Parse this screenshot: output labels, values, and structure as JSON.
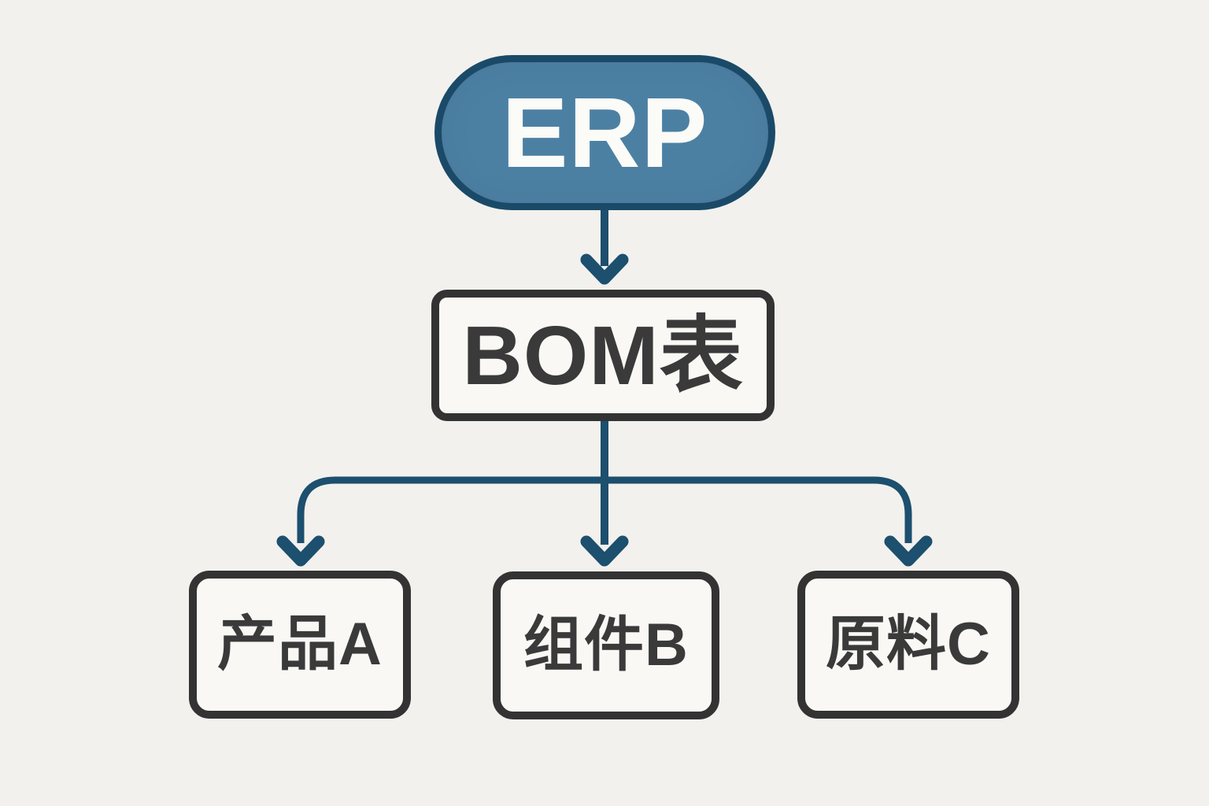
{
  "diagram": {
    "type": "flowchart",
    "description": "ERP to BOM table hierarchy diagram",
    "colors": {
      "background": "#f2f1ed",
      "node_fill": "#f9f8f4",
      "node_border": "#333333",
      "node_text": "#3a3a3a",
      "root_fill": "#4c80a3",
      "root_border": "#1b4a68",
      "root_text": "#fbfbf8",
      "arrow": "#1d4f6e"
    },
    "nodes": {
      "root": {
        "label": "ERP"
      },
      "bom": {
        "label": "BOM表"
      },
      "children": [
        {
          "label": "产品A"
        },
        {
          "label": "组件B"
        },
        {
          "label": "原料C"
        }
      ]
    },
    "edges": [
      {
        "from": "ERP",
        "to": "BOM表"
      },
      {
        "from": "BOM表",
        "to": "产品A"
      },
      {
        "from": "BOM表",
        "to": "组件B"
      },
      {
        "from": "BOM表",
        "to": "原料C"
      }
    ]
  }
}
